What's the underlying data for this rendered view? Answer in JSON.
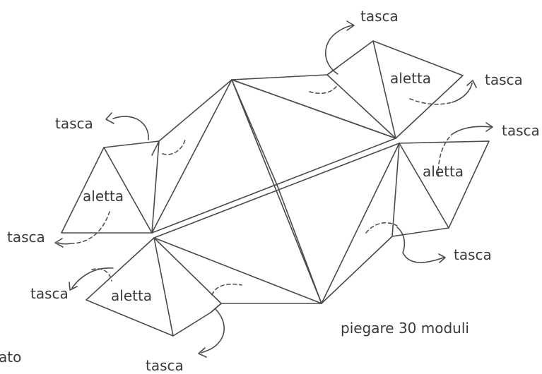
{
  "labels": {
    "tasca": "tasca",
    "aletta": "aletta",
    "instruction": "piegare 30 moduli",
    "cropped_left": "ato"
  }
}
